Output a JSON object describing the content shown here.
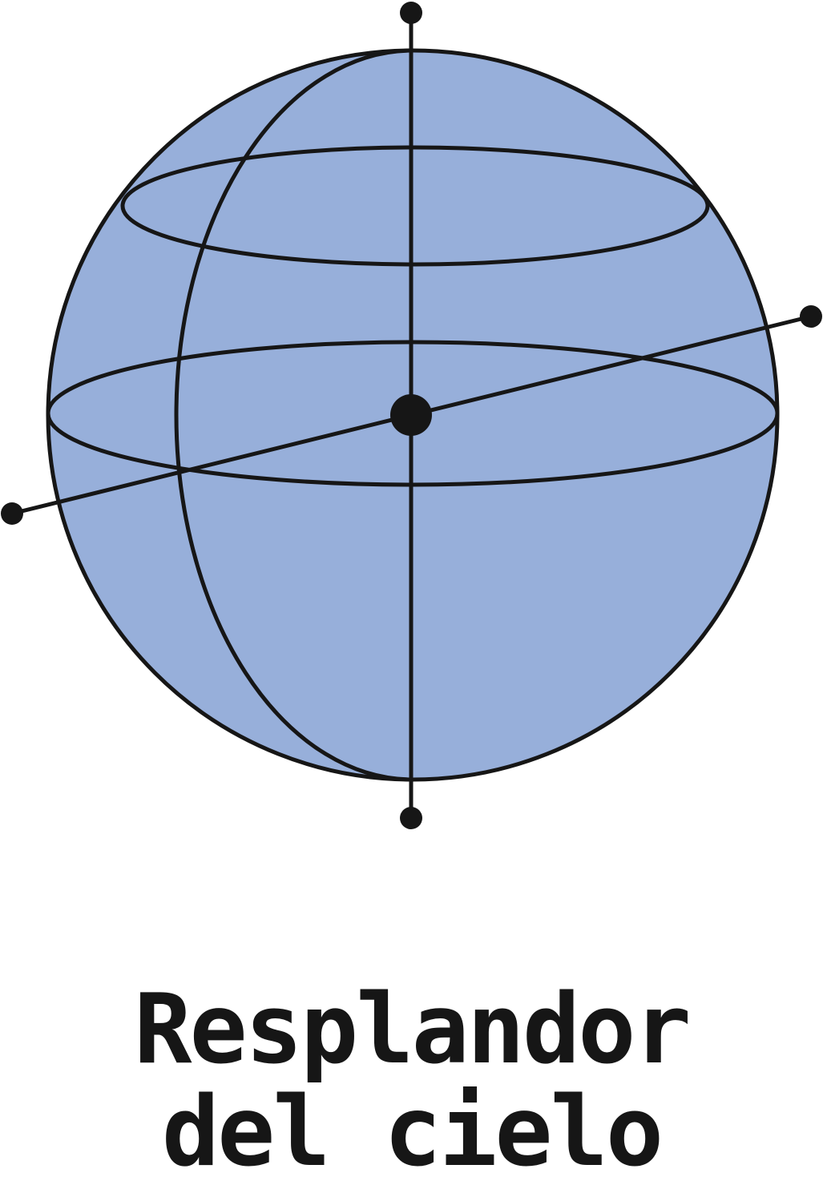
{
  "caption": {
    "line1": "Resplandor",
    "line2": "del cielo"
  },
  "colors": {
    "sphere_fill": "#97AFDA",
    "stroke": "#161616",
    "background": "#FFFFFF"
  },
  "diagram": {
    "subject": "celestial-sphere",
    "elements": [
      "sphere",
      "meridian",
      "equator",
      "parallel",
      "vertical-axis",
      "tilted-axis",
      "center-point",
      "axis-endpoints"
    ]
  }
}
